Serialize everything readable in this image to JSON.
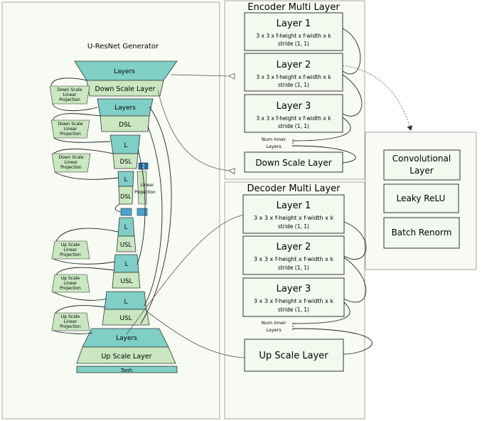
{
  "generator": {
    "title": "U-ResNet Generator",
    "blocks": {
      "layers_top": "Layers",
      "down_scale_layer": "Down Scale Layer",
      "layers_2": "Layers",
      "dsl_2": "DSL",
      "l_3": "L",
      "dsl_3": "DSL",
      "l_4": "L",
      "dsl_4": "DSL",
      "l_5": "L",
      "usl_5": "USL",
      "l_6": "L",
      "usl_6": "USL",
      "l_7": "L",
      "usl_7": "USL",
      "layers_bottom": "Layers",
      "up_scale_layer": "Up Scale Layer",
      "tanh": "Tanh",
      "badge_number": "2"
    },
    "projections": {
      "down": [
        "Down Scale",
        "Linear",
        "Projection"
      ],
      "up": [
        "Up Scale",
        "Linear",
        "Projection"
      ],
      "inner": [
        "Linear",
        "Projection"
      ]
    }
  },
  "encoder": {
    "title": "Encoder Multi Layer",
    "layers": [
      {
        "name": "Layer 1",
        "spec": "3 x 3 x f-height x f-width x k",
        "stride": "stride (1, 1)"
      },
      {
        "name": "Layer 2",
        "spec": "3 x 3 x f-height x f-width x k",
        "stride": "stride (1, 1)"
      },
      {
        "name": "Layer 3",
        "spec": "3 x 3 x f-height x f-width x k",
        "stride": "stride (1, 1)"
      }
    ],
    "num_inner": [
      "Num Inner",
      "Layers"
    ],
    "scale_layer": "Down Scale Layer"
  },
  "decoder": {
    "title": "Decoder Multi Layer",
    "layers": [
      {
        "name": "Layer 1",
        "spec": "3 x 3 x f-height x f-width x k",
        "stride": "stride (1, 1)"
      },
      {
        "name": "Layer 2",
        "spec": "3 x 3 x f-height x f-width x k",
        "stride": "stride (1, 1)"
      },
      {
        "name": "Layer 3",
        "spec": "3 x 3 x f-height x f-width x k",
        "stride": "stride (1, 1)"
      }
    ],
    "num_inner": [
      "Num Inner",
      "Layers"
    ],
    "scale_layer": "Up Scale Layer"
  },
  "layer_detail": {
    "items": [
      [
        "Convolutional",
        "Layer"
      ],
      [
        "Leaky ReLU"
      ],
      [
        "Batch Renorm"
      ]
    ]
  },
  "colors": {
    "panel_bg": "#f8fbf4",
    "panel_border": "#a6a6a6",
    "teal": "#7fcfc7",
    "light_green": "#c9e7c0",
    "dark_blue": "#1a6ea5",
    "mid_blue": "#4aa3cf",
    "box_fill": "#f2f9ee"
  }
}
